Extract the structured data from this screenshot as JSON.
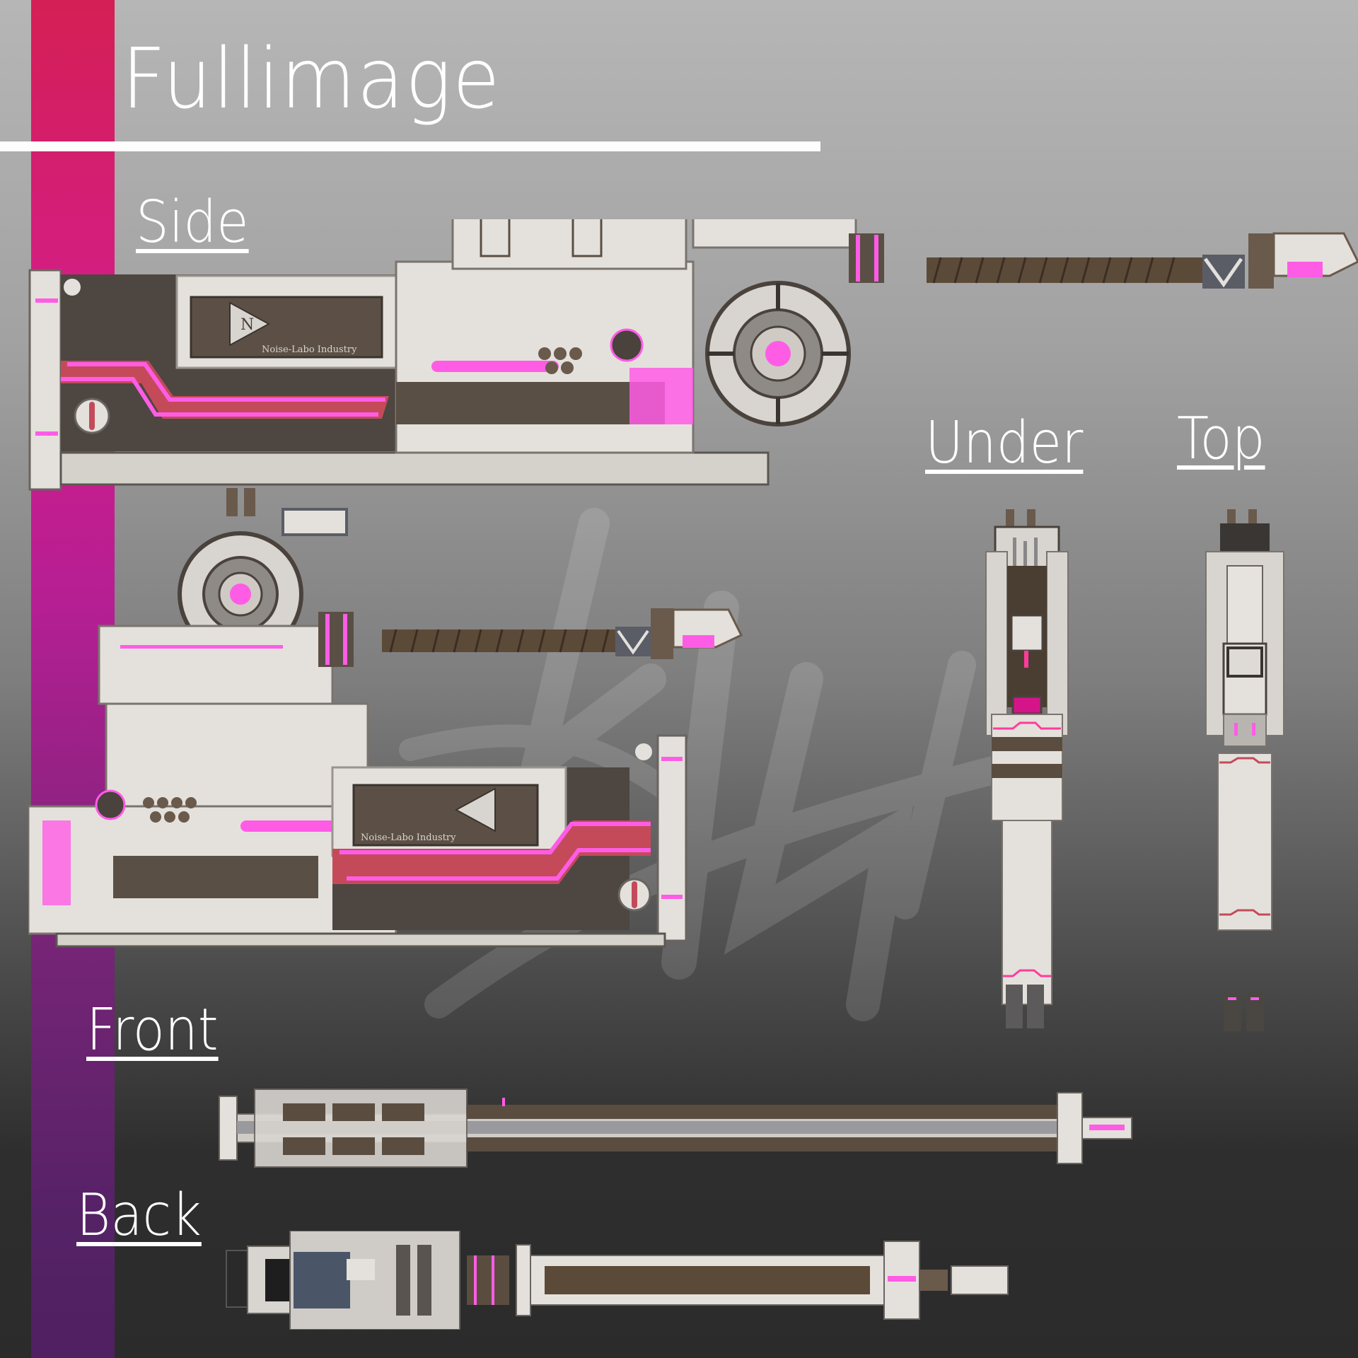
{
  "header": {
    "title": "Fullimage"
  },
  "views": {
    "side": "Side",
    "under": "Under",
    "top": "Top",
    "front": "Front",
    "back": "Back"
  },
  "model": {
    "brand_plate_text": "Noise-Labo Industry",
    "brand_logo_letter": "N"
  },
  "colors": {
    "accent_pink": "#ff5ce6",
    "accent_red": "#c44a5a",
    "body_white": "#e6e3df",
    "body_brown": "#5a4d40",
    "sidebar_top": "#d41f55",
    "sidebar_bottom": "#4f2062",
    "bg_top": "#b6b6b6",
    "bg_bottom": "#2b2b2b"
  }
}
